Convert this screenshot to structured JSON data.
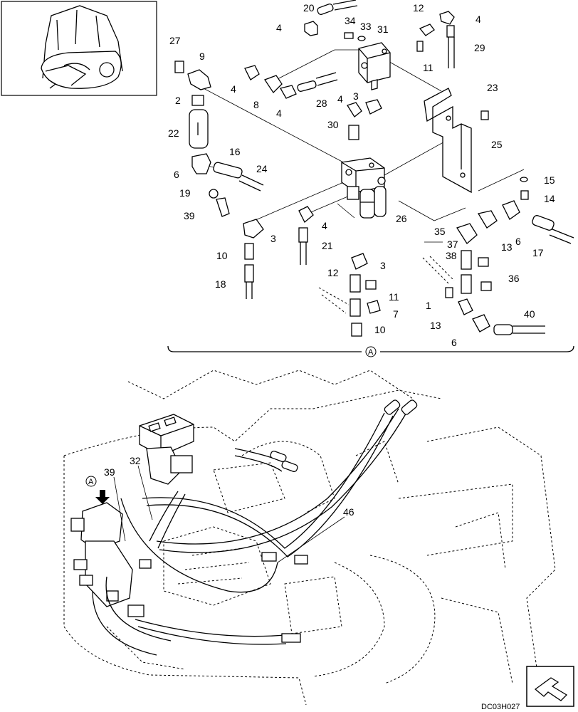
{
  "drawing_code": "DC03H027",
  "view_marker": "A",
  "callouts": [
    "20",
    "34",
    "33",
    "31",
    "12",
    "4",
    "29",
    "27",
    "9",
    "4",
    "4",
    "8",
    "4",
    "28",
    "3",
    "4",
    "11",
    "2",
    "23",
    "30",
    "22",
    "25",
    "16",
    "24",
    "6",
    "19",
    "15",
    "14",
    "39",
    "3",
    "4",
    "26",
    "21",
    "35",
    "6",
    "13",
    "17",
    "10",
    "3",
    "37",
    "38",
    "36",
    "18",
    "12",
    "11",
    "7",
    "10",
    "1",
    "40",
    "13",
    "6"
  ],
  "lower_callouts": [
    "A",
    "39",
    "32",
    "46"
  ]
}
